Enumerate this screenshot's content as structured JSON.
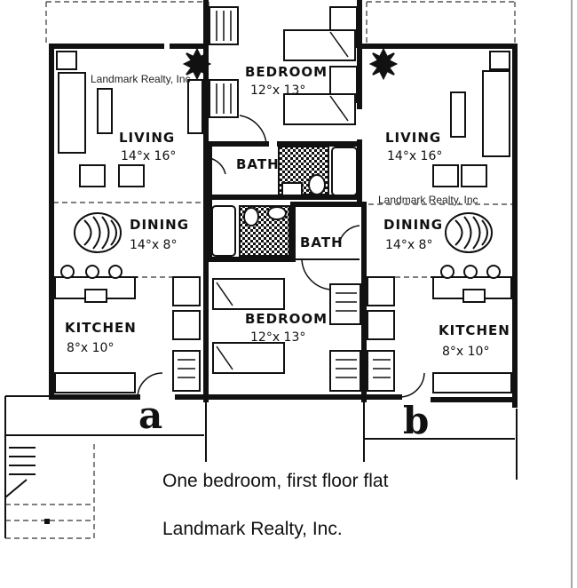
{
  "plan": {
    "units": [
      {
        "label": "a",
        "living": {
          "name": "LIVING",
          "size": "14°x 16°"
        },
        "dining": {
          "name": "DINING",
          "size": "14°x 8°"
        },
        "kitchen": {
          "name": "KITCHEN",
          "size": "8°x 10°"
        }
      },
      {
        "label": "b",
        "living": {
          "name": "LIVING",
          "size": "14°x 16°"
        },
        "dining": {
          "name": "DINING",
          "size": "14°x 8°"
        },
        "kitchen": {
          "name": "KITCHEN",
          "size": "8°x 10°"
        }
      }
    ],
    "bedroom_upper": {
      "name": "BEDROOM",
      "size": "12°x 13°"
    },
    "bedroom_lower": {
      "name": "BEDROOM",
      "size": "12°x 13°"
    },
    "bath_upper": {
      "name": "BATH"
    },
    "bath_lower": {
      "name": "BATH"
    }
  },
  "watermarks": [
    "Landmark Realty, Inc",
    "Landmark Realty, Inc"
  ],
  "captions": {
    "line1": "One bedroom, first floor flat",
    "line2": "Landmark Realty, Inc."
  }
}
